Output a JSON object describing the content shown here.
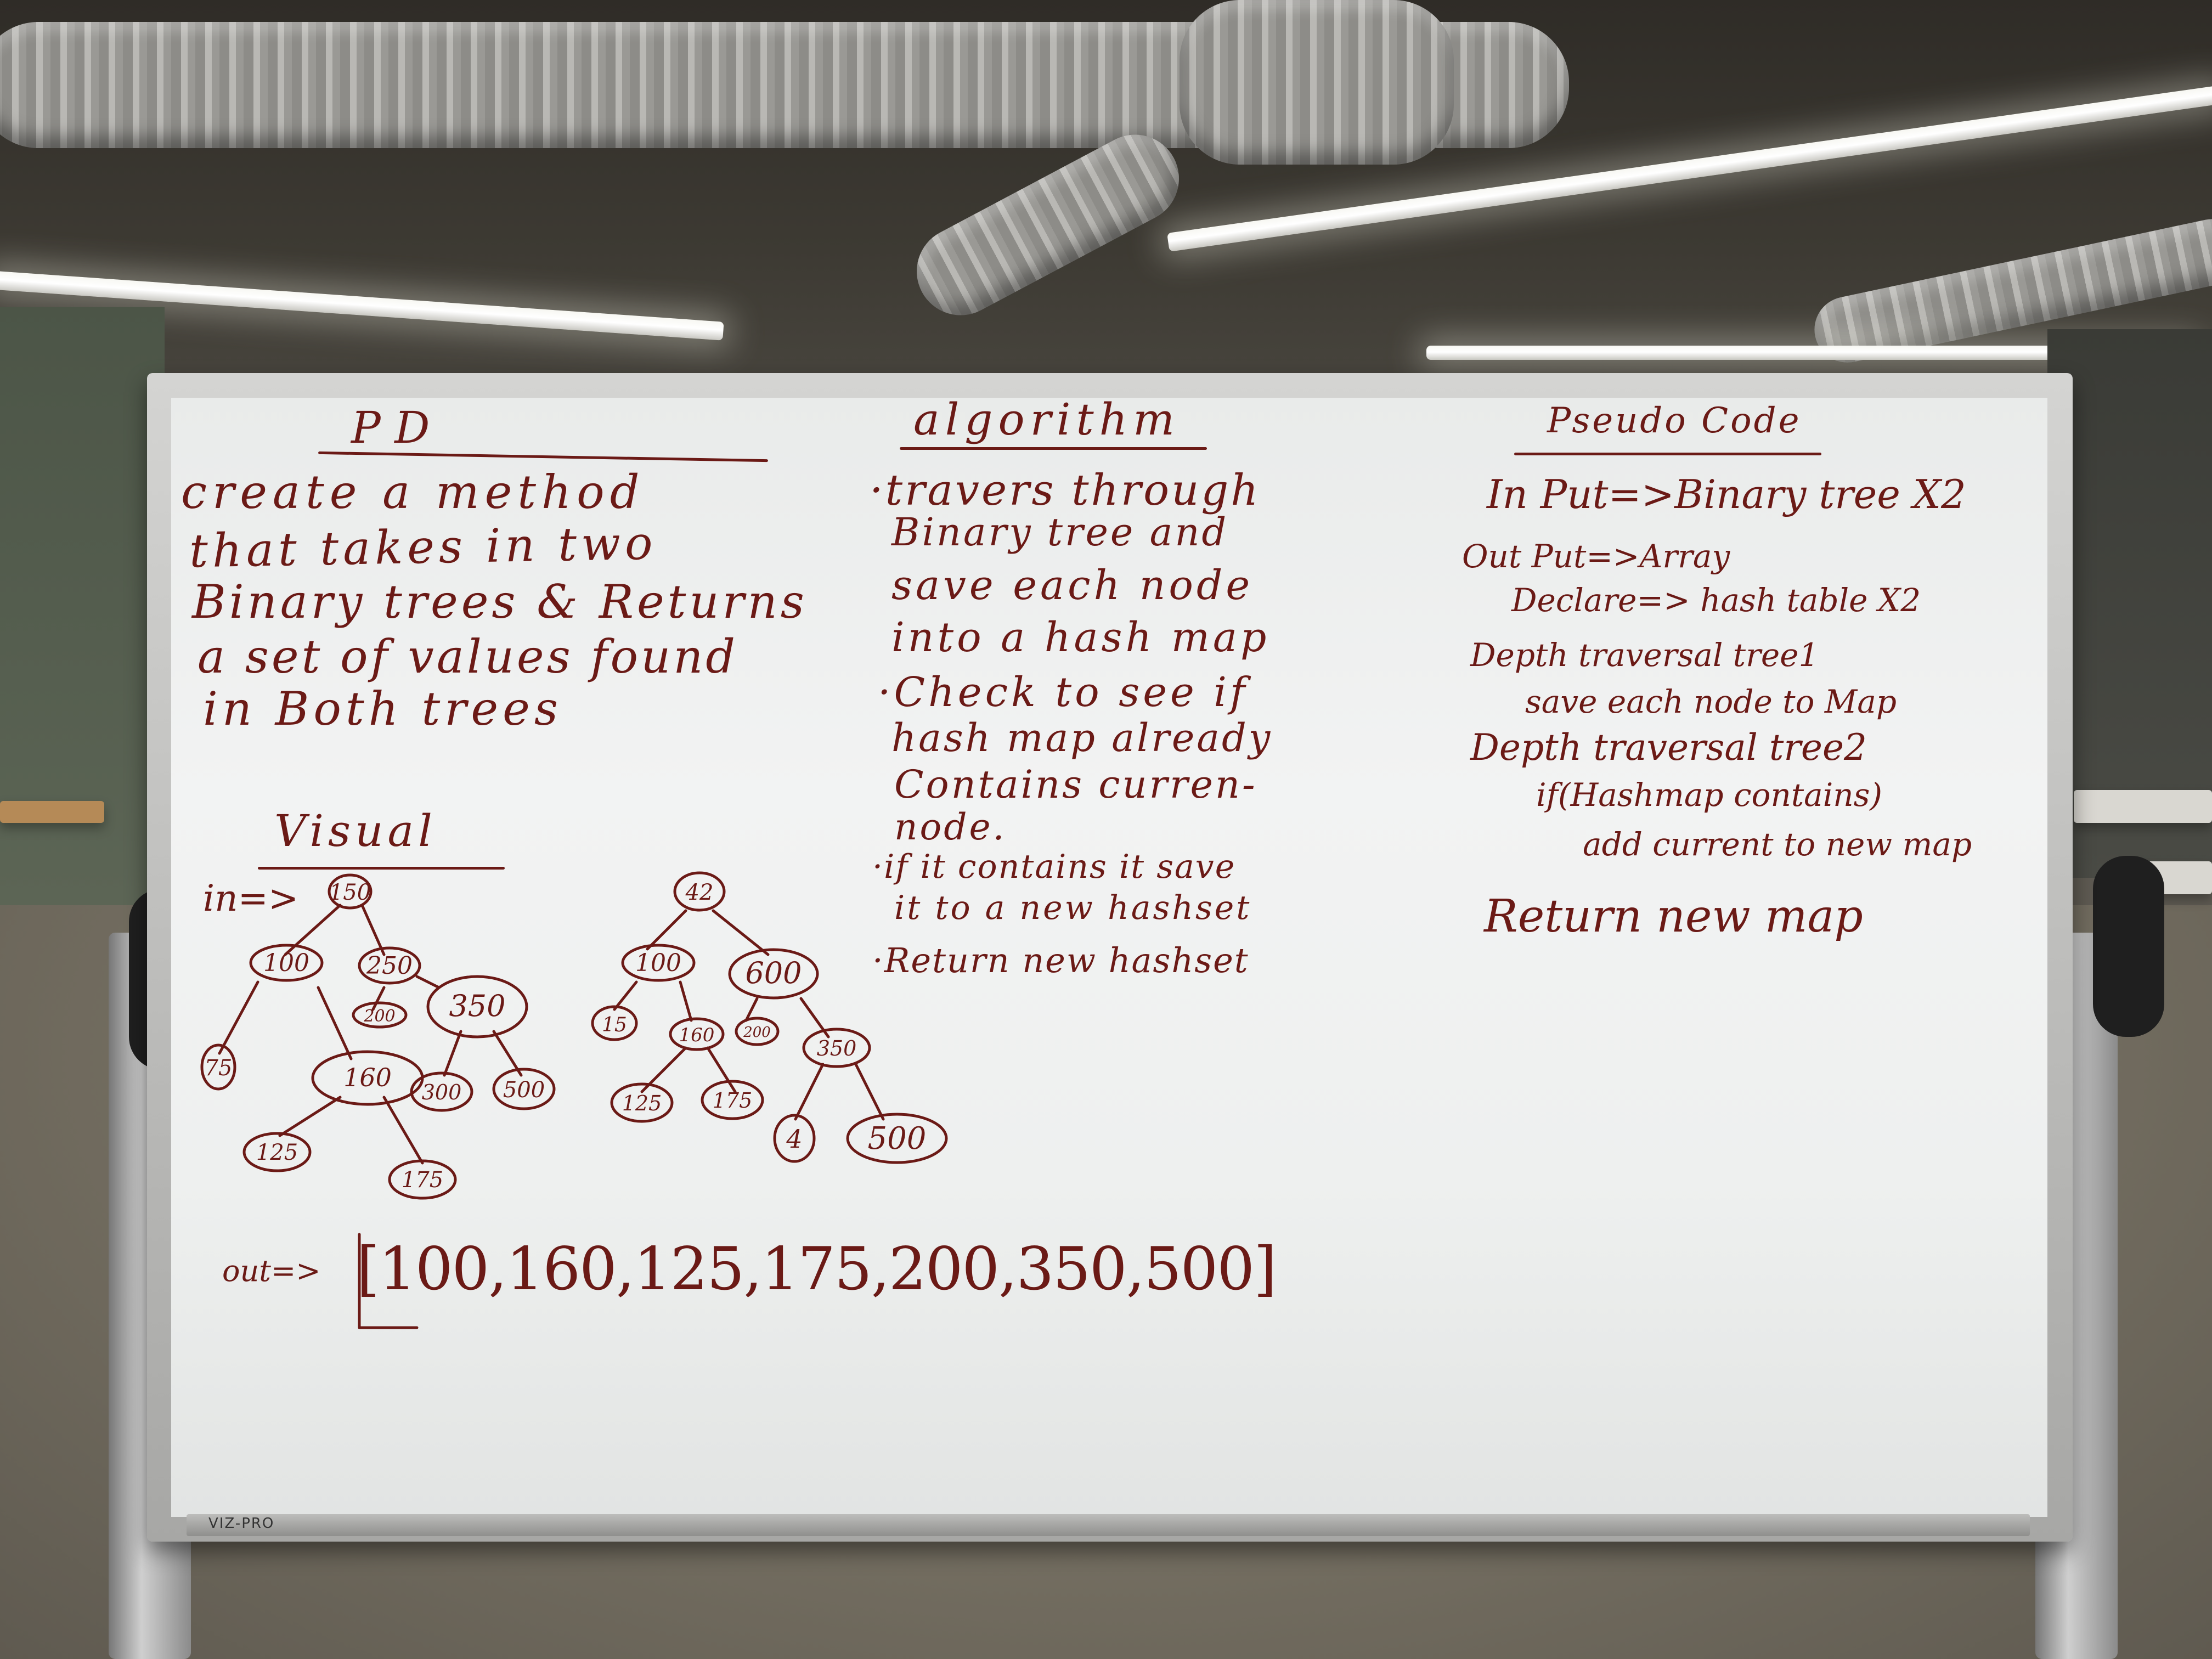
{
  "board": {
    "brand": "VIZ-PRO",
    "pd": {
      "heading": "P D",
      "lines": [
        "create a method",
        "that takes in two",
        "Binary trees & Returns",
        "a set of values found",
        "in Both trees"
      ]
    },
    "visual": {
      "heading": "Visual",
      "in_label": "in=>",
      "out_label": "out=>",
      "output": "[100,160,125,175,200,350,500]",
      "tree1": {
        "nodes": [
          "150",
          "100",
          "250",
          "75",
          "160",
          "200",
          "350",
          "125",
          "175",
          "300",
          "500"
        ]
      },
      "tree2": {
        "nodes": [
          "42",
          "100",
          "600",
          "15",
          "160",
          "200",
          "350",
          "125",
          "175",
          "4",
          "500"
        ]
      }
    },
    "algorithm": {
      "heading": "algorithm",
      "lines": [
        "·travers through",
        "Binary tree and",
        "save each node",
        "into a hash map",
        "·Check to see if",
        "hash map already",
        "Contains curren-",
        "node.",
        "·if it contains it save",
        "it to a new hashset",
        "·Return new hashset"
      ]
    },
    "pseudo": {
      "heading": "Pseudo Code",
      "lines": [
        "In Put=>Binary tree X2",
        "Out Put=>Array",
        "Declare=> hash table X2",
        "Depth traversal tree1",
        "save each node to Map",
        "Depth traversal tree2",
        "if(Hashmap contains)",
        "add current to new map",
        "Return new map"
      ]
    }
  }
}
